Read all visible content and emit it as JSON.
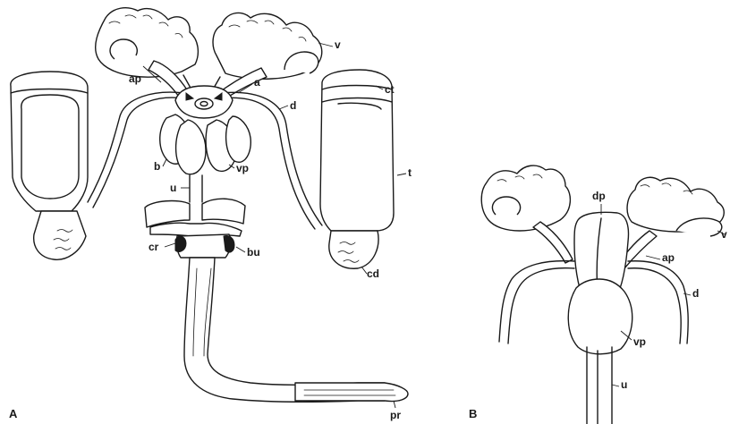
{
  "panels": {
    "a": "A",
    "b": "B"
  },
  "labels_a": {
    "v": "v",
    "ap": "ap",
    "a": "a",
    "ct": "ct",
    "d": "d",
    "t": "t",
    "b": "b",
    "vp": "vp",
    "u": "u",
    "cr": "cr",
    "bu": "bu",
    "cd": "cd",
    "pr": "pr"
  },
  "labels_b": {
    "dp": "dp",
    "v": "v",
    "ap": "ap",
    "d": "d",
    "vp": "vp",
    "u": "u"
  }
}
